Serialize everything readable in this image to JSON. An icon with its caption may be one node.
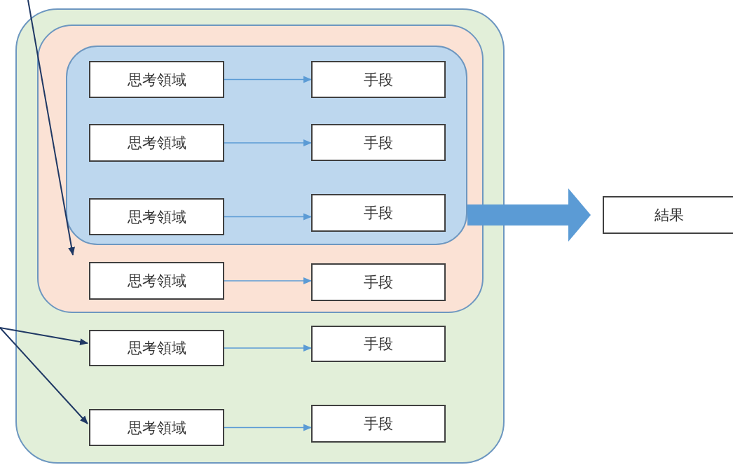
{
  "diagram": {
    "nodes": [
      {
        "text": [],
        "shape": "box"
      },
      {
        "text": [],
        "shape": "box",
        "in": 0
      },
      {
        "text": [],
        "shape": "box",
        "in": 1
      },
      {
        "text": [
          "思考領域"
        ],
        "in": 2
      },
      {
        "text": [
          "手段"
        ],
        "in": 2
      },
      {
        "text": [
          "思考領域"
        ],
        "in": 2
      },
      {
        "text": [
          "手段"
        ],
        "in": 2
      },
      {
        "text": [
          "思考領域"
        ],
        "in": 2
      },
      {
        "text": [
          "手段"
        ],
        "in": 2
      },
      {
        "text": [
          "思考領域"
        ],
        "in": 1
      },
      {
        "text": [
          "手段"
        ],
        "in": 1
      },
      {
        "text": [
          "思考領域"
        ],
        "in": 0
      },
      {
        "text": [
          "手段"
        ],
        "in": 0
      },
      {
        "text": [
          "思考領域"
        ],
        "in": 0
      },
      {
        "text": [
          "手段"
        ],
        "in": 0
      },
      {
        "text": [
          "結果"
        ]
      }
    ],
    "edges": [
      {
        "from": 3,
        "to": 4,
        "arrow": "to"
      },
      {
        "from": 5,
        "to": 6,
        "arrow": "to"
      },
      {
        "from": 7,
        "to": 8,
        "arrow": "to"
      },
      {
        "from": 9,
        "to": 10,
        "arrow": "to"
      },
      {
        "from": 11,
        "to": 12,
        "arrow": "to"
      },
      {
        "from": 13,
        "to": 14,
        "arrow": "to"
      },
      {
        "from": 2,
        "to": 15,
        "arrow": "to",
        "style": "thick"
      },
      {
        "from": null,
        "to": 1,
        "arrow": "to",
        "color": "#1f3864"
      },
      {
        "from": null,
        "to": 11,
        "arrow": "to",
        "color": "#1f3864"
      },
      {
        "from": null,
        "to": 13,
        "arrow": "to",
        "color": "#1f3864"
      }
    ]
  }
}
